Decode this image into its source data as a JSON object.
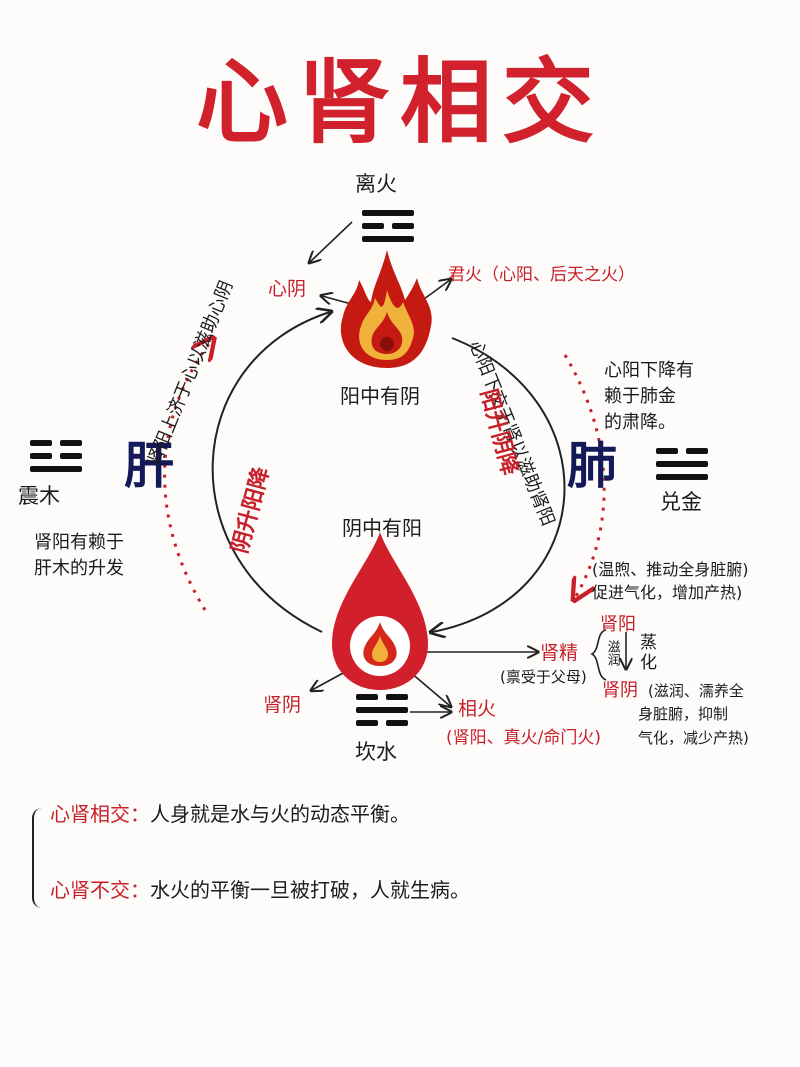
{
  "title": "心肾相交",
  "top": {
    "trigram_label": "离火",
    "heart_yin": "心阴",
    "sovereign_fire": "君火（心阳、后天之火）",
    "yang_in_yin": "阳中有阴"
  },
  "left": {
    "organ": "肝",
    "trigram_label": "震木",
    "note": [
      "肾阳有赖于",
      "肝木的升发"
    ],
    "arc_text": "肾阳上济于心以滋助心阴",
    "arc_red_text": "阴升阳降"
  },
  "right": {
    "organ": "肺",
    "trigram_label": "兑金",
    "note": [
      "心阳下降有",
      "赖于肺金",
      "的肃降。"
    ],
    "arc_text": "心阳下交于肾以滋助肾阳",
    "arc_red_text": "阳升阴降",
    "warm_note": [
      "(温煦、推动全身脏腑)",
      "促进气化，增加产热)"
    ]
  },
  "bottom": {
    "yin_in_yang": "阴中有阳",
    "trigram_label": "坎水",
    "kidney_yin": "肾阴",
    "ministerial_fire": "相火",
    "ministerial_note": "(肾阳、真火/命门火)"
  },
  "essence": {
    "label": "肾精",
    "source": "(禀受于父母)",
    "kidney_yang": "肾阳",
    "moisten": "滋润",
    "steam": "蒸",
    "transform": "化",
    "kidney_yin": "肾阴",
    "yin_effect": [
      "(滋润、濡养全",
      "身脏腑，抑制",
      "气化，减少产热)"
    ]
  },
  "summary": {
    "line1_key": "心肾相交：",
    "line1_text": "人身就是水与火的动态平衡。",
    "line2_key": "心肾不交：",
    "line2_text": "水火的平衡一旦被打破，人就生病。"
  },
  "colors": {
    "red": "#c8202a",
    "navy": "#14195a",
    "flame_outer": "#c41a12",
    "flame_inner": "#f0b23a"
  },
  "icons": [
    "flame-icon",
    "water-drop-icon",
    "trigram-icon"
  ]
}
